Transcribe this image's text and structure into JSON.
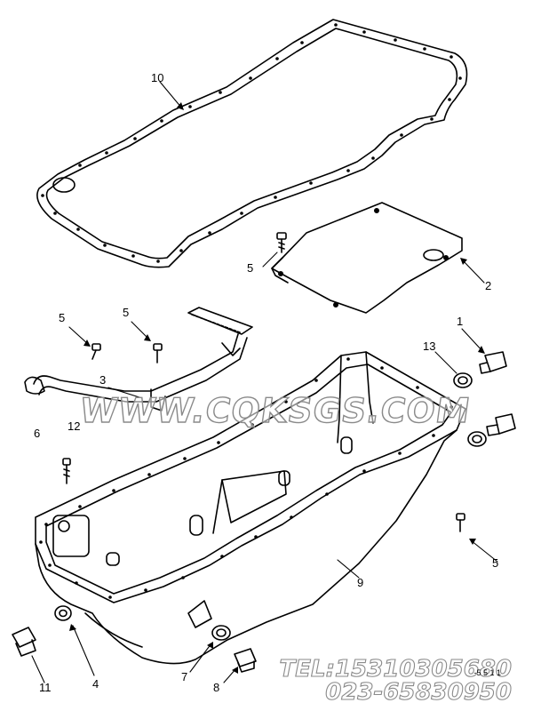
{
  "diagram": {
    "callouts": [
      "1",
      "2",
      "3",
      "4",
      "5",
      "5",
      "5",
      "5",
      "6",
      "7",
      "8",
      "9",
      "10",
      "11",
      "12",
      "13"
    ],
    "watermark": {
      "main": "WWW.CQKSGS.COM",
      "tel": "TEL:15310305680",
      "phone": "023-65830950"
    },
    "figure_code": "-5 5 1 1"
  }
}
